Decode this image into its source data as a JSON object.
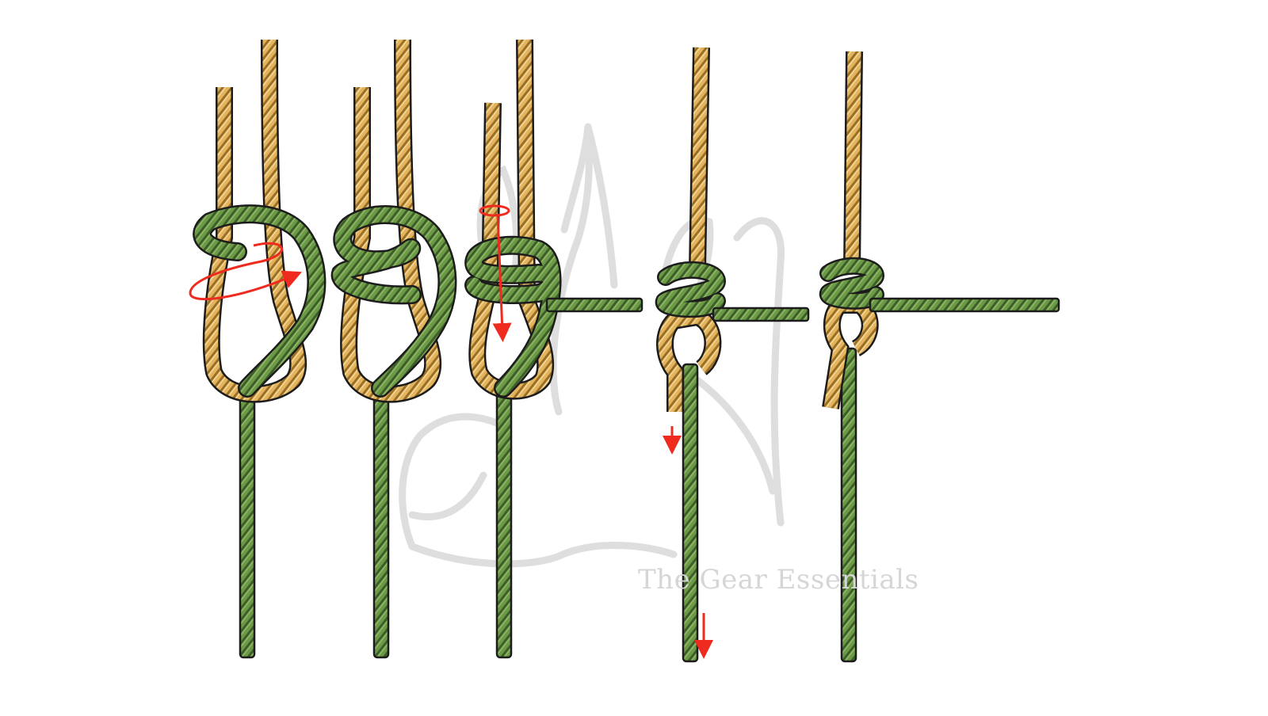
{
  "figure": {
    "watermark_text": "The Gear Essentials",
    "steps": [
      "step-1",
      "step-2",
      "step-3",
      "step-4",
      "step-5"
    ]
  },
  "colors": {
    "background": "#ffffff",
    "green_rope": "#6b9a47",
    "green_rope_light": "#8db564",
    "tan_rope": "#e3b45d",
    "tan_rope_light": "#f2d490",
    "outline": "#1c1c1c",
    "arrow": "#ef2b1f",
    "watermark": "#d9d9d9"
  },
  "icons": {
    "watermark_logo": "bear-paw-logo-icon",
    "direction_arrow": "arrow-icon"
  }
}
